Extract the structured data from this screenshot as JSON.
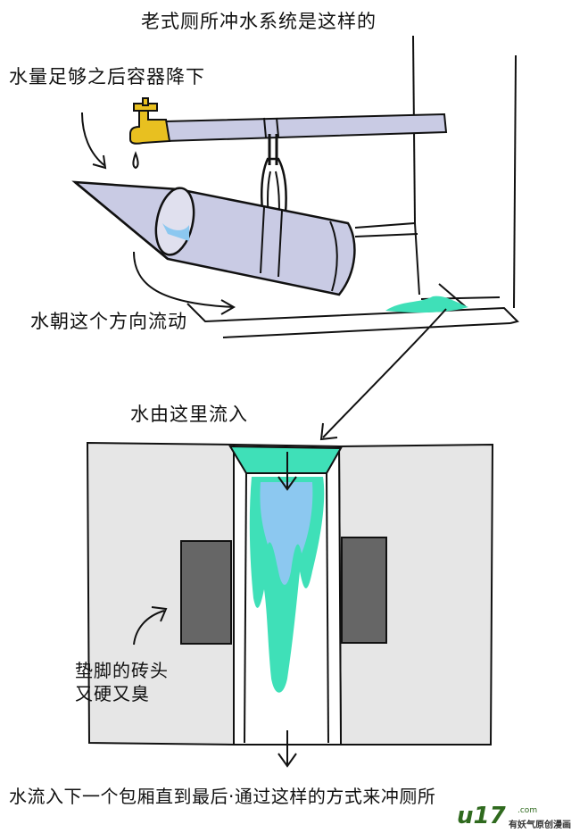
{
  "captions": {
    "title": "老式厕所冲水系统是这样的",
    "water_full": "水量足够之后容器降下",
    "flow_direction": "水朝这个方向流动",
    "inflow": "水由这里流入",
    "bricks_line1": "垫脚的砖头",
    "bricks_line2": "又硬又臭",
    "bottom": "水流入下一个包厢直到最后·通过这样的方式来冲厕所"
  },
  "logo": {
    "brand": "u17",
    "domain": ".com",
    "tagline": "有妖气原创漫画"
  },
  "colors": {
    "water": "#3fe0b8",
    "water_light": "#8cc8f0",
    "container": "#c9cbe4",
    "wall": "#e6e6e6",
    "brick": "#666666",
    "faucet": "#e8c020"
  }
}
